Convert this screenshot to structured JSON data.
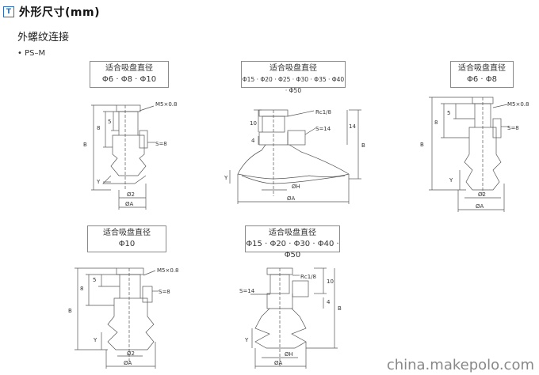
{
  "header": {
    "icon_glyph": "T",
    "title": "外形尺寸(mm)"
  },
  "subtitle": "外螺纹连接",
  "series": "• PS–M",
  "diagrams": [
    {
      "box_title": "适合吸盘直径",
      "box_values": "Φ6 · Φ8 · Φ10",
      "thread": "M5×0.8",
      "hex": "S=8",
      "dim_b": "B",
      "dim_8": "8",
      "dim_5": "5",
      "dim_y": "Y",
      "dia_small": "Ø2",
      "dia_a": "ØA"
    },
    {
      "box_title": "适合吸盘直径",
      "box_values": "Φ15 · Φ20 · Φ25 · Φ30 · Φ35 · Φ40 · Φ50",
      "thread": "Rc1/8",
      "hex": "S=14",
      "dim_b": "B",
      "dim_14": "14",
      "dim_10": "10",
      "dim_4": "4",
      "dim_y": "Y",
      "dia_h": "ØH",
      "dia_a": "ØA"
    },
    {
      "box_title": "适合吸盘直径",
      "box_values": "Φ6 · Φ8",
      "thread": "M5×0.8",
      "hex": "S=8",
      "dim_b": "B",
      "dim_8": "8",
      "dim_5": "5",
      "dim_y": "Y",
      "dia_small": "Ø2",
      "dia_a": "ØA"
    },
    {
      "box_title": "适合吸盘直径",
      "box_values": "Φ10",
      "thread": "M5×0.8",
      "hex": "S=8",
      "dim_b": "B",
      "dim_8": "8",
      "dim_5": "5",
      "dim_y": "Y",
      "dia_small": "Ø2",
      "dia_a": "ØA"
    },
    {
      "box_title": "适合吸盘直径",
      "box_values": "Φ15 · Φ20 · Φ30 · Φ40 · Φ50",
      "thread": "Rc1/8",
      "hex": "S=14",
      "dim_b": "B",
      "dim_10": "10",
      "dim_4": "4",
      "dim_y": "Y",
      "dia_h": "ØH",
      "dia_a": "ØA"
    }
  ],
  "watermark": "china.makepolo.com"
}
